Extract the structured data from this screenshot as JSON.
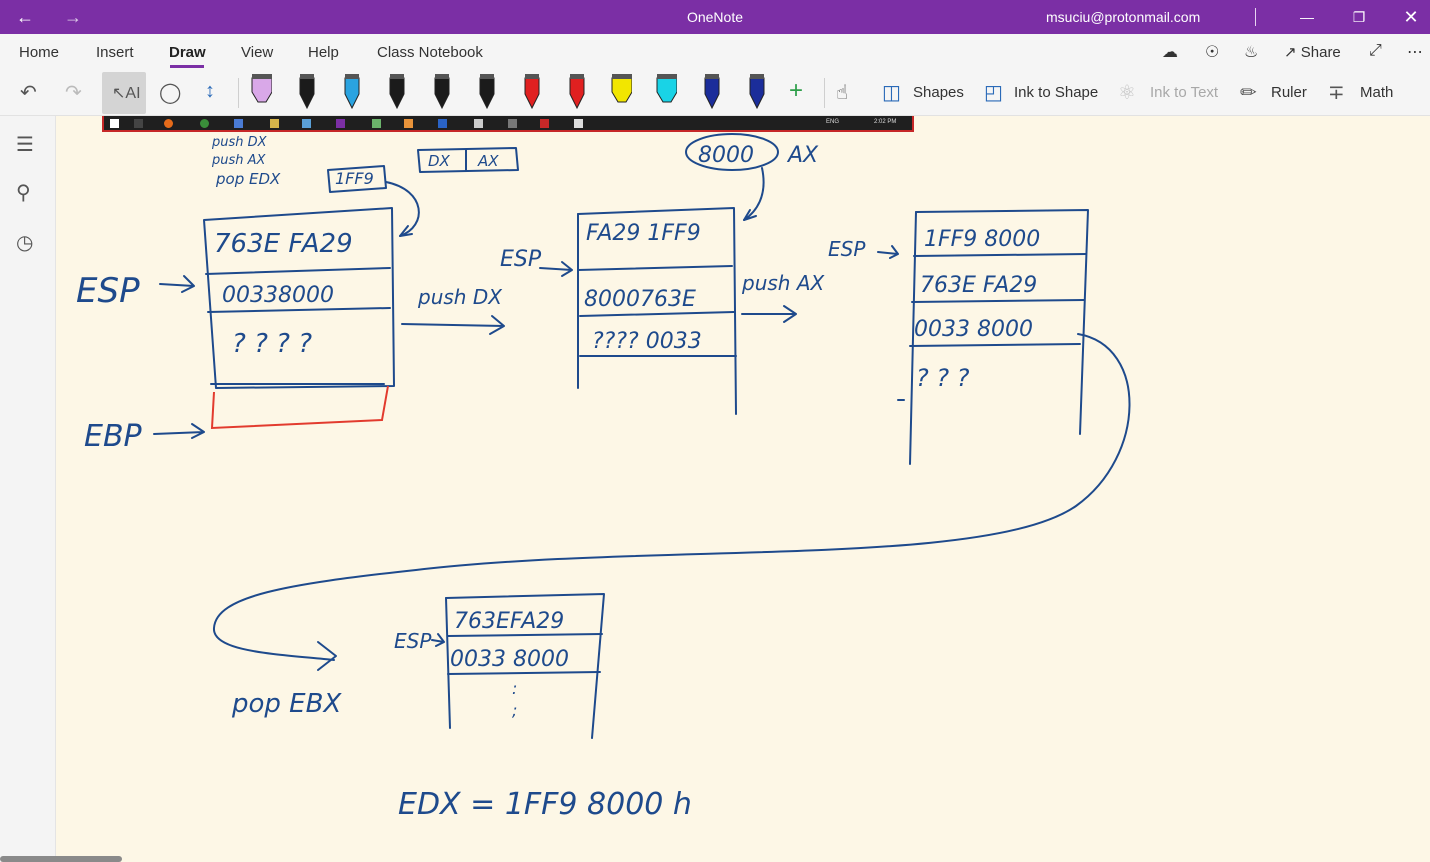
{
  "titlebar": {
    "title": "OneNote",
    "account": "msuciu@protonmail.com",
    "back_icon": "back-arrow-icon",
    "forward_icon": "forward-arrow-icon"
  },
  "tabs": [
    {
      "label": "Home"
    },
    {
      "label": "Insert"
    },
    {
      "label": "Draw"
    },
    {
      "label": "View"
    },
    {
      "label": "Help"
    },
    {
      "label": "Class Notebook"
    }
  ],
  "header_actions": {
    "share_label": "Share"
  },
  "toolbar": {
    "shapes_label": "Shapes",
    "ink_to_shape_label": "Ink to Shape",
    "ink_to_text_label": "Ink to Text",
    "ruler_label": "Ruler",
    "math_label": "Math",
    "pens": [
      {
        "color": "#d9a8e8",
        "kind": "highlighter-pink"
      },
      {
        "color": "#1b1b1b",
        "kind": "pen-black"
      },
      {
        "color": "#2aa3e0",
        "kind": "pen-blue-light"
      },
      {
        "color": "#1b1b1b",
        "kind": "pen-black"
      },
      {
        "color": "#1b1b1b",
        "kind": "pen-black"
      },
      {
        "color": "#1b1b1b",
        "kind": "pen-black-galaxy"
      },
      {
        "color": "#e02020",
        "kind": "pen-red"
      },
      {
        "color": "#e02020",
        "kind": "pen-red"
      },
      {
        "color": "#f2e600",
        "kind": "highlighter-yellow"
      },
      {
        "color": "#19d3e6",
        "kind": "highlighter-cyan"
      },
      {
        "color": "#1b2d9a",
        "kind": "pen-navy"
      },
      {
        "color": "#1b2d9a",
        "kind": "pen-navy"
      }
    ]
  },
  "embedded_strip": {
    "lang": "ENG",
    "time": "2:02 PM"
  },
  "notes": {
    "top_notes": [
      "push DX",
      "push AX",
      "pop EDX"
    ],
    "reg_1ff9": "1FF9",
    "dx_label": "DX",
    "ax_label": "AX",
    "ax_value": "8000",
    "ax_reg": "AX",
    "stack1": [
      "763E FA29",
      "00338000",
      "? ? ? ?"
    ],
    "esp": "ESP",
    "ebp": "EBP",
    "push_dx": "push DX",
    "stack2": [
      "FA29 1FF9",
      "8000763E",
      "???? 0033"
    ],
    "push_ax": "push AX",
    "esp2": "ESP",
    "stack3": [
      "1FF9 8000",
      "763E FA29",
      "0033 8000",
      "? ? ?"
    ],
    "esp3": "ESP",
    "pop_ebx": "pop EBX",
    "esp4": "ESP",
    "stack4": [
      "763EFA29",
      "0033 8000",
      ":",
      ";"
    ],
    "result": "EDX = 1FF9 8000 h"
  },
  "colors": {
    "accent": "#7b2fa5",
    "ink": "#1e4a8c",
    "page": "#fdf7e6"
  }
}
